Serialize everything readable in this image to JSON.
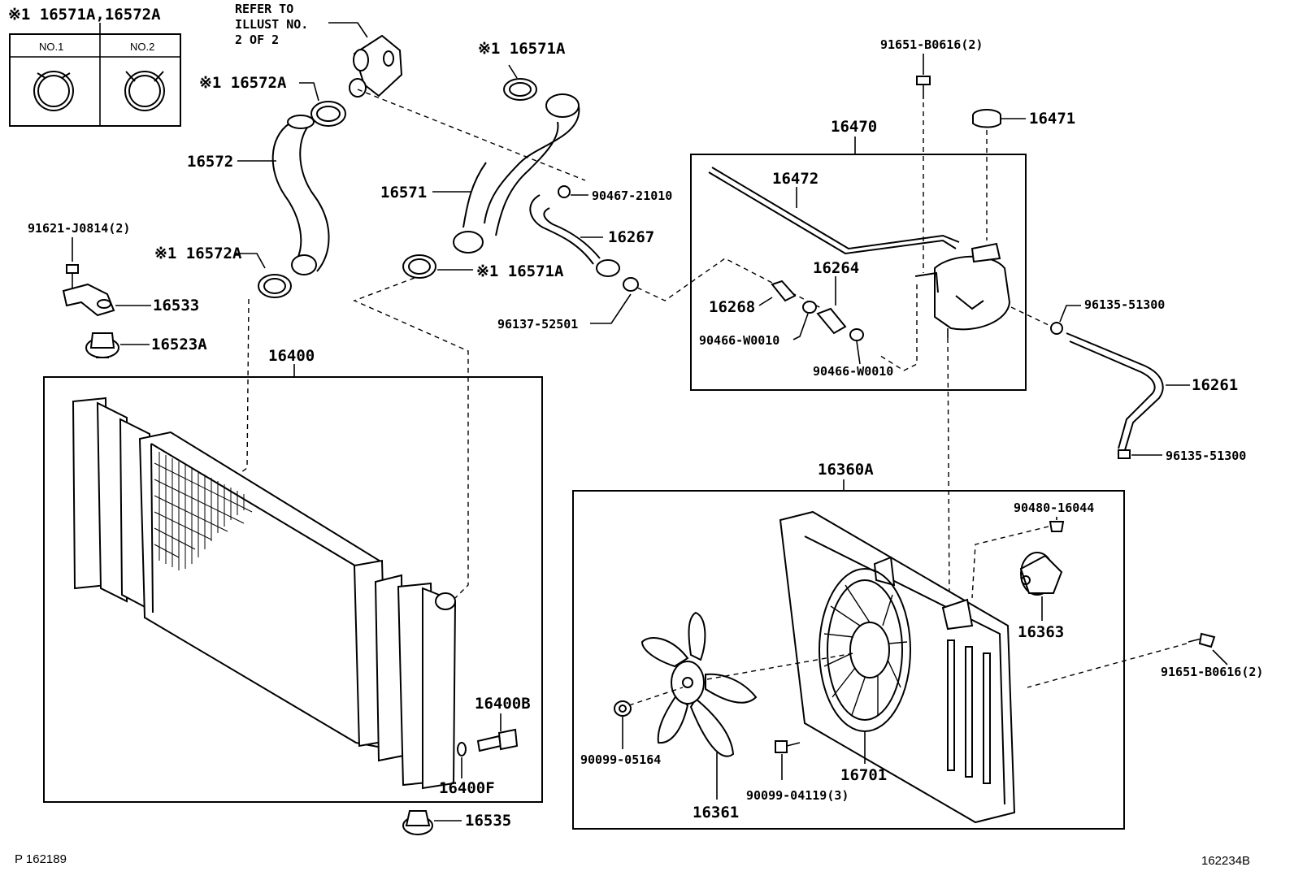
{
  "legend": {
    "title": "※1 16571A,16572A",
    "col1": "NO.1",
    "col2": "NO.2"
  },
  "refer": [
    "REFER TO",
    "ILLUST NO.",
    "2 OF 2"
  ],
  "labels": {
    "l16571A_top": "※1 16571A",
    "l16572A_top": "※1 16572A",
    "l16572": "16572",
    "l16571": "16571",
    "l90467": "90467-21010",
    "l16267": "16267",
    "l91621": "91621-J0814(2)",
    "l16572A_low": "※1 16572A",
    "l16571A_low": "※1 16571A",
    "l16533": "16533",
    "l96137": "96137-52501",
    "l16523A": "16523A",
    "l16400": "16400",
    "l91651_top": "91651-B0616(2)",
    "l16471": "16471",
    "l16470": "16470",
    "l16472": "16472",
    "l16264": "16264",
    "l16268": "16268",
    "l90466a": "90466-W0010",
    "l90466b": "90466-W0010",
    "l96135a": "96135-51300",
    "l16261": "16261",
    "l96135b": "96135-51300",
    "l16360A": "16360A",
    "l90480": "90480-16044",
    "l16363": "16363",
    "l91651_r": "91651-B0616(2)",
    "l16400B": "16400B",
    "l16400F": "16400F",
    "l90099a": "90099-05164",
    "l16701": "16701",
    "l90099b": "90099-04119(3)",
    "l16361": "16361",
    "l16535": "16535"
  },
  "footer": {
    "left": "P 162189",
    "right": "162234B"
  }
}
